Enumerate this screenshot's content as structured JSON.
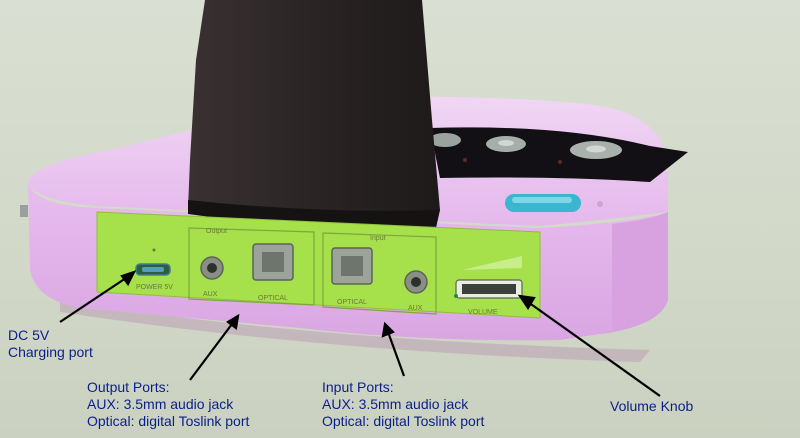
{
  "device": {
    "panel_labels": {
      "output_group": "Output",
      "input_group": "Input",
      "power": "POWER 5V",
      "aux": "AUX",
      "optical": "OPTICAL",
      "volume": "VOLUME"
    },
    "colors": {
      "body": "#e2b3ea",
      "panel": "#a6e04a",
      "stand": "#2a2424",
      "button": "#3bb6d1",
      "label_text": "#0a1f8a"
    }
  },
  "callouts": {
    "dc": {
      "line1": "DC 5V",
      "line2": "Charging port"
    },
    "output": {
      "line1": "Output Ports:",
      "line2": "AUX: 3.5mm audio jack",
      "line3": "Optical: digital Toslink port"
    },
    "input": {
      "line1": "Input Ports:",
      "line2": "AUX: 3.5mm audio jack",
      "line3": "Optical: digital Toslink port"
    },
    "volume": {
      "line1": "Volume Knob"
    }
  }
}
